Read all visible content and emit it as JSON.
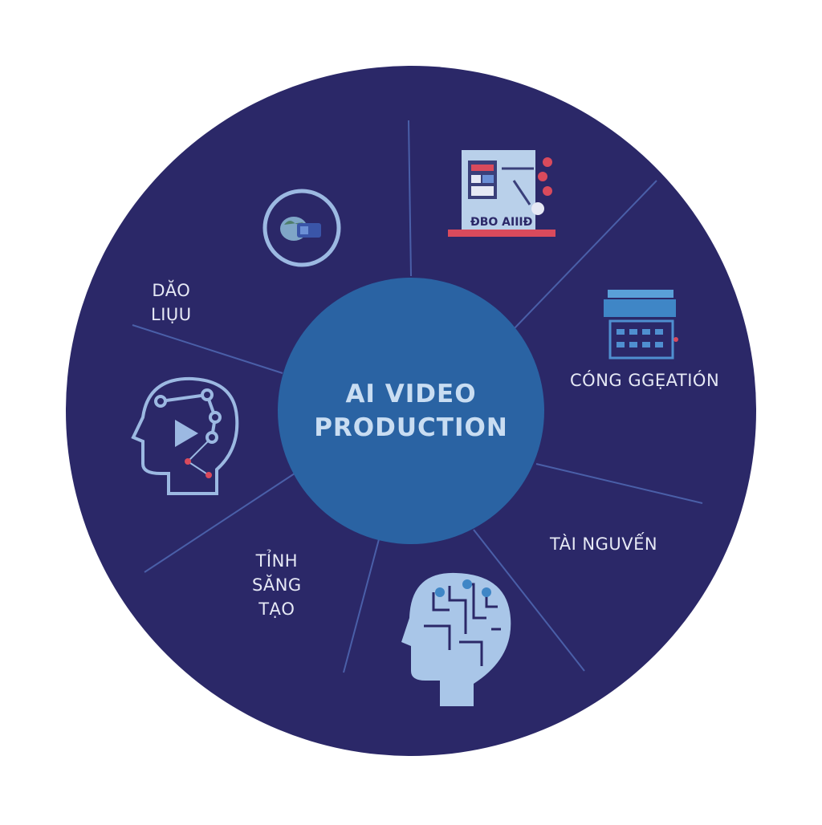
{
  "center": {
    "line1": "AI VIDEO",
    "line2": "PRODUCTION"
  },
  "segments": [
    {
      "id": "data",
      "lines": [
        "DĂO",
        "LIỤU"
      ],
      "icon": "globe-icon"
    },
    {
      "id": "studio",
      "lines": [],
      "icon": "video-studio-icon",
      "icon_text": "ĐBO AIIIĐ"
    },
    {
      "id": "generation",
      "lines": [
        "CÓNG GGẸATIÓN"
      ],
      "icon": "server-rack-icon"
    },
    {
      "id": "resources",
      "lines": [
        "TÀI NGUVẾN"
      ],
      "icon": "circuit-head-icon"
    },
    {
      "id": "creativity",
      "lines": [
        "TỈNH",
        "SĂNG",
        "TẠO"
      ],
      "icon": "brain-play-icon"
    }
  ],
  "colors": {
    "outer_circle": "#2b2868",
    "center_circle": "#2a63a3",
    "divider": "#4a5fa8",
    "icon_light": "#a9c6e8",
    "accent_red": "#d94a5c",
    "label_text": "#e6e9f5",
    "center_text": "#c9ddf2"
  }
}
